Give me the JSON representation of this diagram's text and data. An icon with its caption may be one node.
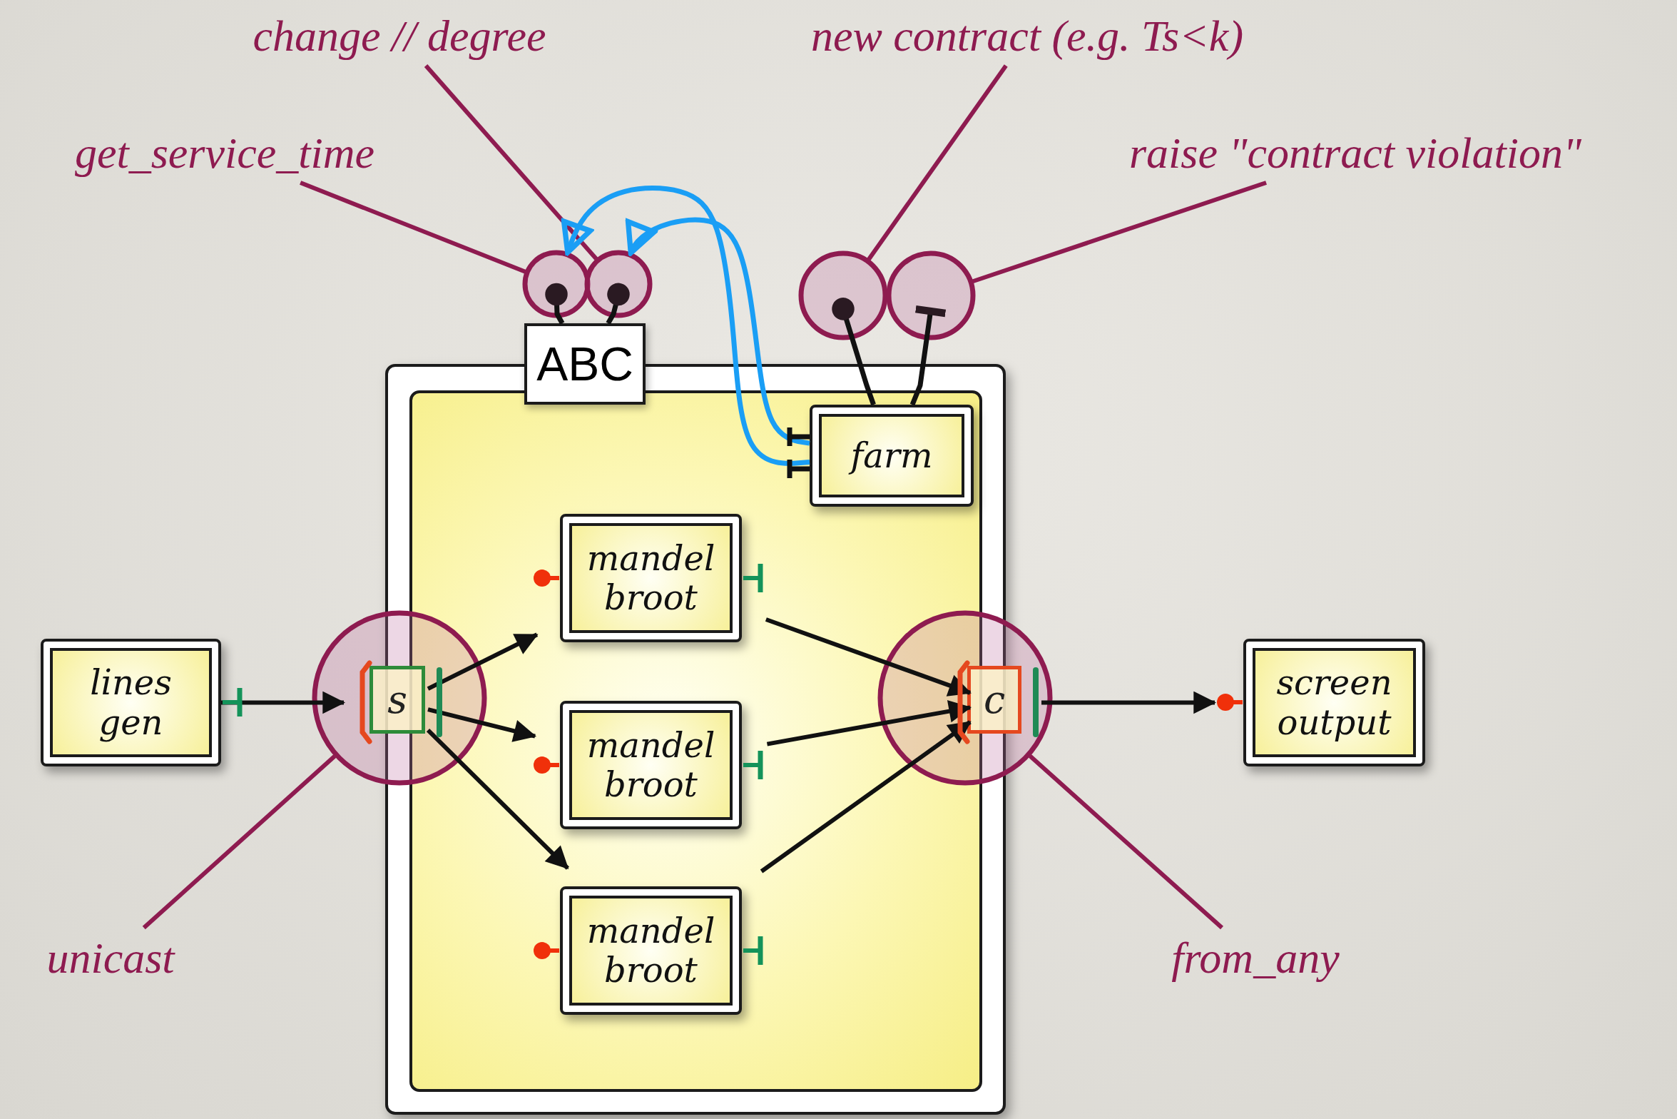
{
  "diagram": {
    "nodes": [
      {
        "text": [
          "change // degree"
        ]
      },
      {
        "text": [
          "new contract (e.g. Ts<k)"
        ]
      },
      {
        "text": [
          "get_service_time"
        ]
      },
      {
        "text": [
          "raise \"contract violation\""
        ]
      },
      {
        "text": [],
        "shape": "circle"
      },
      {
        "text": [],
        "shape": "circle"
      },
      {
        "text": [],
        "shape": "circle"
      },
      {
        "text": [],
        "shape": "circle"
      },
      {
        "text": [
          "ABC"
        ]
      },
      {
        "text": [],
        "shape": "box"
      },
      {
        "text": [],
        "shape": "box",
        "in": 9
      },
      {
        "text": [
          "farm"
        ],
        "in": 10
      },
      {
        "text": [
          "mandel broot"
        ],
        "in": 10
      },
      {
        "text": [
          "lines gen"
        ]
      },
      {
        "text": [],
        "shape": "circle"
      },
      {
        "text": [
          "s"
        ],
        "in": 14
      },
      {
        "text": [
          "mandel broot"
        ],
        "in": 10
      },
      {
        "text": [],
        "shape": "circle"
      },
      {
        "text": [
          "c"
        ],
        "in": 17
      },
      {
        "text": [
          "screen output"
        ]
      },
      {
        "text": [
          "mandel broot"
        ],
        "in": 10
      },
      {
        "text": [
          "unicast"
        ]
      },
      {
        "text": [
          "from_any"
        ]
      }
    ],
    "edges": [
      {
        "from": 2,
        "to": 4,
        "arrow": "none",
        "color": "#8e1b50"
      },
      {
        "from": 0,
        "to": 5,
        "arrow": "none",
        "color": "#8e1b50"
      },
      {
        "from": 1,
        "to": 6,
        "arrow": "none",
        "color": "#8e1b50"
      },
      {
        "from": 3,
        "to": 7,
        "arrow": "none",
        "color": "#8e1b50"
      },
      {
        "from": 21,
        "to": 14,
        "arrow": "none",
        "color": "#8e1b50"
      },
      {
        "from": 22,
        "to": 17,
        "arrow": "none",
        "color": "#8e1b50"
      },
      {
        "from": 11,
        "to": 4,
        "arrow": "to",
        "color": "#1a9ef5"
      },
      {
        "from": 11,
        "to": 5,
        "arrow": "to",
        "color": "#1a9ef5"
      },
      {
        "from": 8,
        "to": 4,
        "arrow": "other"
      },
      {
        "from": 8,
        "to": 5,
        "arrow": "other"
      },
      {
        "from": 11,
        "to": 6,
        "arrow": "other"
      },
      {
        "from": 11,
        "to": 7,
        "arrow": "other"
      },
      {
        "from": 13,
        "to": 15,
        "arrow": "to"
      },
      {
        "from": 15,
        "to": 12,
        "arrow": "to"
      },
      {
        "from": 15,
        "to": 16,
        "arrow": "to"
      },
      {
        "from": 15,
        "to": 20,
        "arrow": "to"
      },
      {
        "from": 12,
        "to": 18,
        "arrow": "to"
      },
      {
        "from": 16,
        "to": 18,
        "arrow": "to"
      },
      {
        "from": 20,
        "to": 18,
        "arrow": "to"
      },
      {
        "from": 18,
        "to": 19,
        "arrow": "to"
      }
    ]
  }
}
